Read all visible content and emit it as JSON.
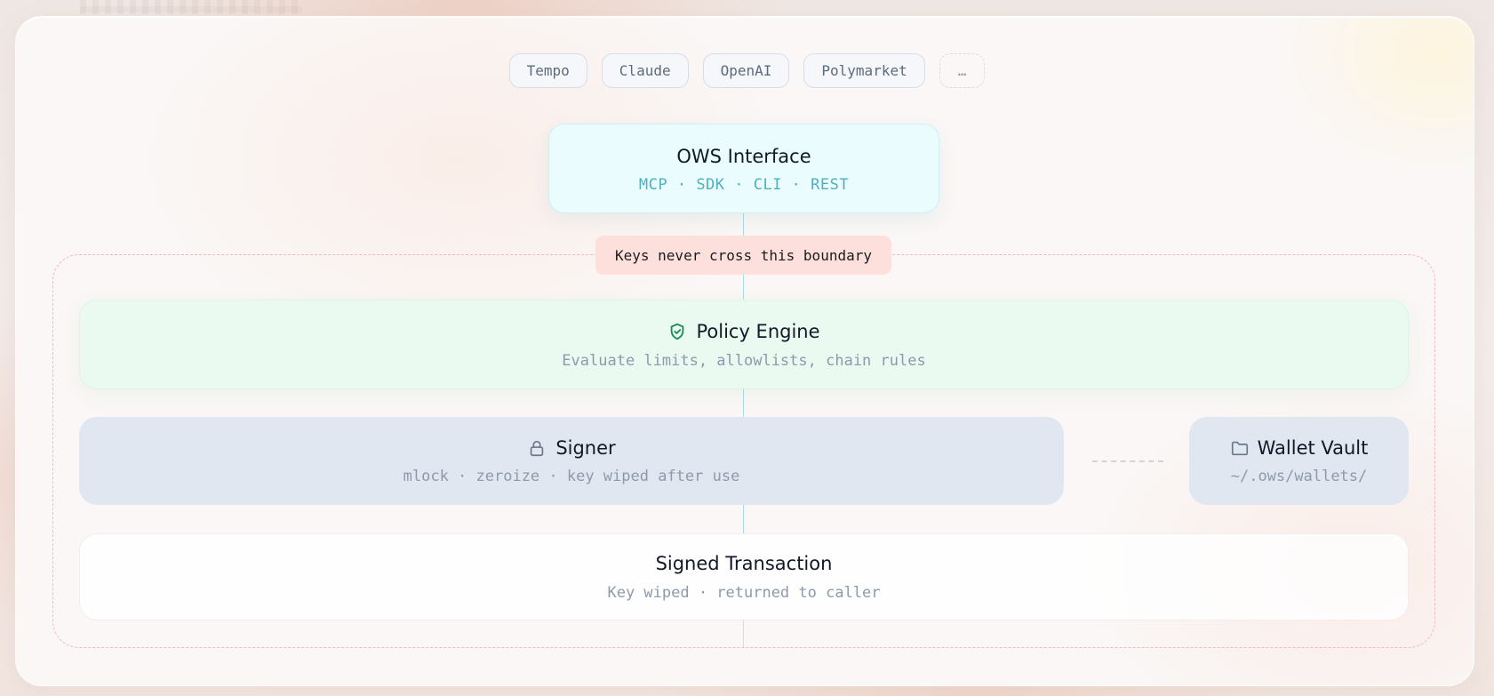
{
  "providers": [
    "Tempo",
    "Claude",
    "OpenAI",
    "Polymarket",
    "…"
  ],
  "interface": {
    "title": "OWS Interface",
    "subtitle": "MCP · SDK · CLI · REST"
  },
  "boundary": {
    "label": "Keys never cross this boundary"
  },
  "policy_engine": {
    "icon": "shield-check-icon",
    "title": "Policy Engine",
    "subtitle": "Evaluate limits, allowlists, chain rules"
  },
  "signer": {
    "icon": "lock-icon",
    "title": "Signer",
    "subtitle": "mlock · zeroize · key wiped after use"
  },
  "wallet_vault": {
    "icon": "folder-icon",
    "title": "Wallet Vault",
    "subtitle": "~/.ows/wallets/"
  },
  "signed_transaction": {
    "title": "Signed Transaction",
    "subtitle": "Key wiped · returned to caller"
  },
  "colors": {
    "interface_bg": "#eafcfd",
    "interface_accent": "#4fb0c1",
    "policy_bg": "#eafaf1",
    "policy_icon": "#1f8a5b",
    "signer_bg": "#e1e7f0",
    "boundary_border": "#f1b9c2",
    "boundary_label_bg": "#fde0dc"
  }
}
